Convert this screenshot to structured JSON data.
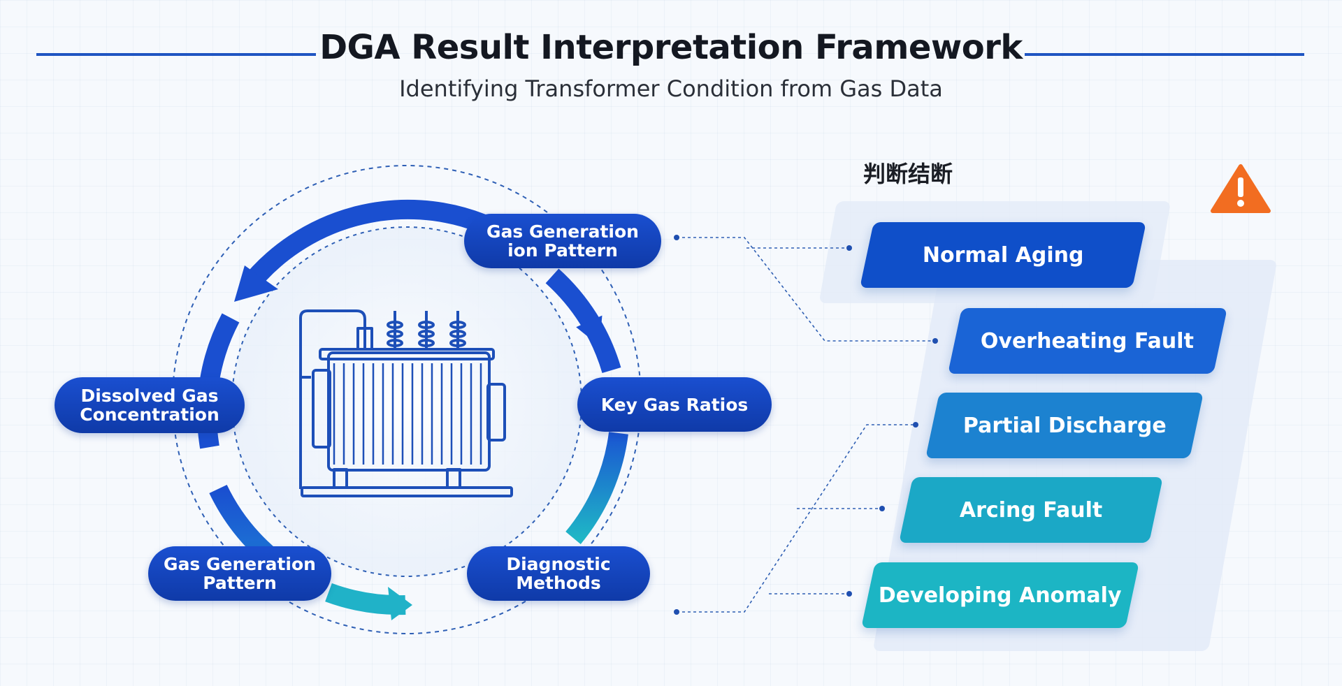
{
  "header": {
    "title": "DGA Result Interpretation Framework",
    "subtitle": "Identifying Transformer Condition from Gas Data"
  },
  "cycle": {
    "center_icon": "transformer-icon",
    "nodes": [
      {
        "id": "gas-generation-top",
        "line1": "Gas Generation",
        "line2": "ion Pattern"
      },
      {
        "id": "key-gas-ratios",
        "line1": "Key Gas Ratios",
        "line2": ""
      },
      {
        "id": "diagnostic-methods",
        "line1": "Diagnostic",
        "line2": "Methods"
      },
      {
        "id": "gas-generation-bottom",
        "line1": "Gas Generation",
        "line2": "Pattern"
      },
      {
        "id": "dissolved-gas",
        "line1": "Dissolved Gas",
        "line2": "Concentration"
      }
    ]
  },
  "outcomes": {
    "heading": "判断结断",
    "alert_icon": "warning-triangle-icon",
    "items": [
      {
        "label": "Normal Aging",
        "color": "#0f4fc9"
      },
      {
        "label": "Overheating Fault",
        "color": "#1a64d6"
      },
      {
        "label": "Partial Discharge",
        "color": "#1c82d0"
      },
      {
        "label": "Arcing Fault",
        "color": "#1ba8c6"
      },
      {
        "label": "Developing Anomaly",
        "color": "#1cb5c4"
      }
    ]
  },
  "colors": {
    "primary_blue": "#1a4fd0",
    "teal": "#1fb6c6",
    "warning_orange": "#f26d21"
  }
}
